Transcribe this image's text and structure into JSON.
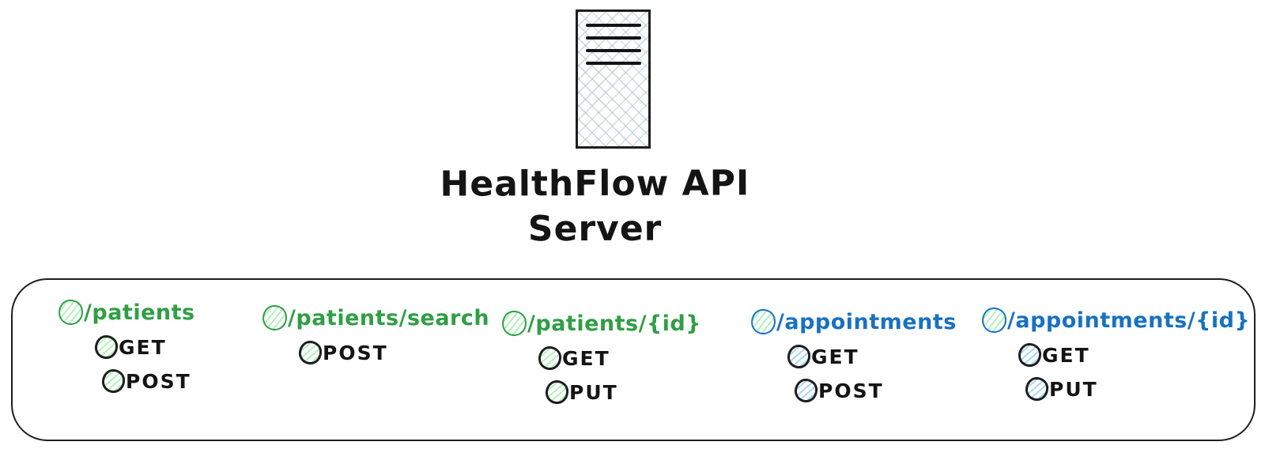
{
  "title": {
    "line1": "HealthFlow API",
    "line2": "Server"
  },
  "colors": {
    "ink": "#1e1e1e",
    "green": "#2f9e44",
    "green_fill": "#b2f2bb",
    "blue": "#1971c2",
    "blue_fill": "#a5d8ff",
    "server_hatch": "#b2bdc9"
  },
  "endpoints": [
    {
      "path": "/patients",
      "color_theme": "green",
      "methods": [
        "GET",
        "POST"
      ]
    },
    {
      "path": "/patients/search",
      "color_theme": "green",
      "methods": [
        "POST"
      ]
    },
    {
      "path": "/patients/{id}",
      "color_theme": "green",
      "methods": [
        "GET",
        "PUT"
      ]
    },
    {
      "path": "/appointments",
      "color_theme": "blue",
      "methods": [
        "GET",
        "POST"
      ]
    },
    {
      "path": "/appointments/{id}",
      "color_theme": "blue",
      "methods": [
        "GET",
        "PUT"
      ]
    }
  ]
}
